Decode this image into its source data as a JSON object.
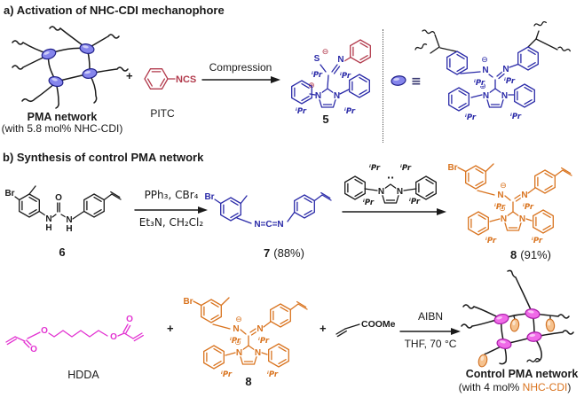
{
  "atoms": {
    "N": "N",
    "S": "S",
    "O": "O",
    "Br": "Br",
    "H": "H",
    "iPr": "ⁱPr",
    "minus": "⊖",
    "plus": "⊕",
    "lone_pair": "··",
    "ncs": "NCS",
    "ncn": "N=C=N",
    "equiv": "≡"
  },
  "colors": {
    "blue": "#2a2aa8",
    "red": "#b23a4c",
    "orange": "#d9731e",
    "magenta": "#e231d1",
    "black": "#1a1a1a"
  },
  "panel_a": {
    "title": "a) Activation of NHC-CDI mechanophore",
    "pma_caption": "PMA network",
    "pma_subcaption": "(with 5.8 mol% NHC-CDI)",
    "plus": "+",
    "pitc_caption": "PITC",
    "arrow_label": "Compression",
    "product_number": "5"
  },
  "panel_b": {
    "title": "b) Synthesis of control PMA network",
    "compound6_number": "6",
    "arrow1_reagents_top": "PPh₃, CBr₄",
    "arrow1_reagents_bottom": "Et₃N, CH₂Cl₂",
    "compound7_number": "7",
    "compound7_yield": "(88%)",
    "compound8_number": "8",
    "compound8_yield": "(91%)"
  },
  "panel_c": {
    "hdda_caption": "HDDA",
    "plus_left": "+",
    "compound8_number": "8",
    "plus_right": "+",
    "monomer_label": "COOMe",
    "arrow_reagent_top": "AIBN",
    "arrow_reagent_bottom": "THF, 70 °C",
    "product_caption": "Control PMA network",
    "product_sub_prefix": "(with 4 mol% ",
    "product_sub_highlight": "NHC-CDI",
    "product_sub_suffix": ")"
  }
}
